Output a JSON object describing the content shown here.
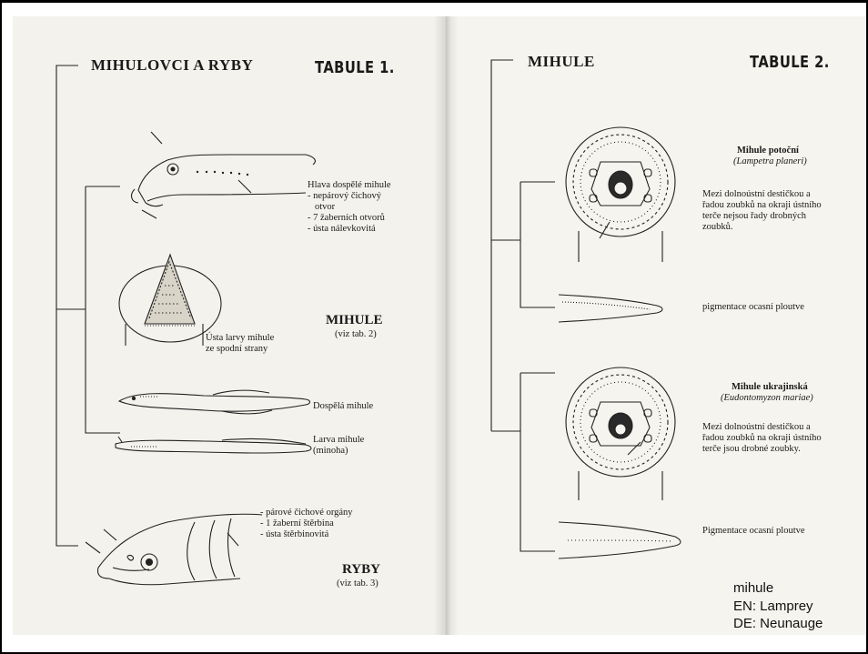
{
  "left_page": {
    "heading": "MIHULOVCI A RYBY",
    "table_label": "TABULE 1.",
    "head_caption": [
      "Hlava dospělé mihule",
      "- nepárový čichový",
      "otvor",
      "- 7 žaberních otvorů",
      "- ústa nálevkovitá"
    ],
    "larva_mouth_caption": [
      "Ústa larvy mihule",
      "ze spodní strany"
    ],
    "group_mihule": "MIHULE",
    "group_mihule_ref": "(viz tab. 2)",
    "adult_caption": "Dospělá mihule",
    "larva_caption": [
      "Larva mihule",
      "(minoha)"
    ],
    "fish_caption": [
      "- párové čichové orgány",
      "- 1 žaberní štěrbina",
      "- ústa štěrbinovitá"
    ],
    "group_ryby": "RYBY",
    "group_ryby_ref": "(viz tab. 3)"
  },
  "right_page": {
    "heading": "MIHULE",
    "table_label": "TABULE 2.",
    "species1": {
      "name": "Mihule potoční",
      "latin": "(Lampetra planeri)",
      "description": [
        "Mezi dolnoústní destičkou a",
        "řadou zoubků na okraji ústního",
        "terče nejsou řady drobných",
        "zoubků."
      ],
      "tail_caption": "pigmentace ocasní ploutve"
    },
    "species2": {
      "name": "Mihule ukrajinská",
      "latin": "(Eudontomyzon mariae)",
      "description": [
        "Mezi dolnoústní destičkou a",
        "řadou zoubků na okraji ústního",
        "terče jsou drobné zoubky."
      ],
      "tail_caption": "Pigmentace ocasní ploutve"
    }
  },
  "caption": {
    "line1": "mihule",
    "line2": "EN: Lamprey",
    "line3": "DE: Neunauge"
  }
}
